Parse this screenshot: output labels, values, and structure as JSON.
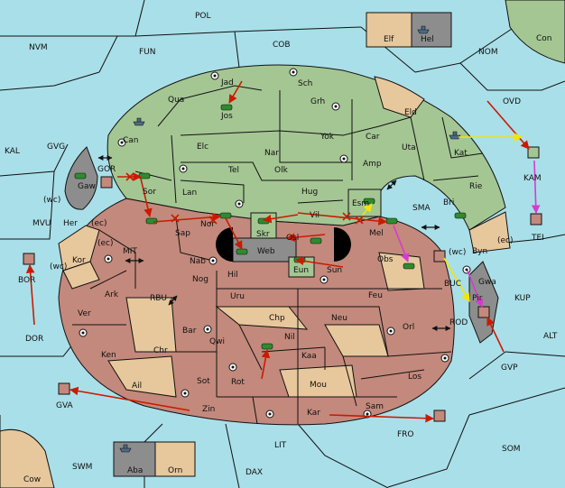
{
  "colors": {
    "sea": "#a9dfe9",
    "green_power": "#a4c693",
    "red_power": "#c3897c",
    "neutral": "#e7c79c",
    "impassable": "#8d8d8d",
    "order_arrow": "#cc1a00",
    "support_arrow": "#f2e600",
    "convoy_arrow": "#d63bd0",
    "unit_army_green": "#2e8b2e"
  },
  "sea_labels": [
    {
      "id": "POL",
      "text": "POL"
    },
    {
      "id": "NVM",
      "text": "NVM"
    },
    {
      "id": "FUN",
      "text": "FUN"
    },
    {
      "id": "COB",
      "text": "COB"
    },
    {
      "id": "NOM",
      "text": "NOM"
    },
    {
      "id": "Con",
      "text": "Con"
    },
    {
      "id": "KAL",
      "text": "KAL"
    },
    {
      "id": "GVG",
      "text": "GVG"
    },
    {
      "id": "OVD",
      "text": "OVD"
    },
    {
      "id": "MVU",
      "text": "MVU"
    },
    {
      "id": "SMA",
      "text": "SMA"
    },
    {
      "id": "KAM",
      "text": "KAM"
    },
    {
      "id": "TEI",
      "text": "TEI"
    },
    {
      "id": "MIT",
      "text": "MIT"
    },
    {
      "id": "BOR",
      "text": "BOR"
    },
    {
      "id": "RBU",
      "text": "RBU"
    },
    {
      "id": "BUC",
      "text": "BUC"
    },
    {
      "id": "KUP",
      "text": "KUP"
    },
    {
      "id": "DOR",
      "text": "DOR"
    },
    {
      "id": "ROD",
      "text": "ROD"
    },
    {
      "id": "ALT",
      "text": "ALT"
    },
    {
      "id": "GVP",
      "text": "GVP"
    },
    {
      "id": "GVA",
      "text": "GVA"
    },
    {
      "id": "FRO",
      "text": "FRO"
    },
    {
      "id": "SOM",
      "text": "SOM"
    },
    {
      "id": "LIT",
      "text": "LIT"
    },
    {
      "id": "SWM",
      "text": "SWM"
    },
    {
      "id": "DAX",
      "text": "DAX"
    },
    {
      "id": "Cow",
      "text": "Cow"
    },
    {
      "id": "GOR",
      "text": "GOR"
    }
  ],
  "land_labels": [
    {
      "id": "Elf",
      "text": "Elf"
    },
    {
      "id": "Hel",
      "text": "Hel"
    },
    {
      "id": "Jad",
      "text": "Jad"
    },
    {
      "id": "Sch",
      "text": "Sch"
    },
    {
      "id": "Qua",
      "text": "Qua"
    },
    {
      "id": "Jos",
      "text": "Jos"
    },
    {
      "id": "Grh",
      "text": "Grh"
    },
    {
      "id": "Eld",
      "text": "Eld"
    },
    {
      "id": "Can",
      "text": "Can"
    },
    {
      "id": "Yok",
      "text": "Yok"
    },
    {
      "id": "Car",
      "text": "Car"
    },
    {
      "id": "Uta",
      "text": "Uta"
    },
    {
      "id": "Elc",
      "text": "Elc"
    },
    {
      "id": "Nar",
      "text": "Nar"
    },
    {
      "id": "Kat",
      "text": "Kat"
    },
    {
      "id": "Tel",
      "text": "Tel"
    },
    {
      "id": "Olk",
      "text": "Olk"
    },
    {
      "id": "Amp",
      "text": "Amp"
    },
    {
      "id": "Gaw",
      "text": "Gaw"
    },
    {
      "id": "Sor",
      "text": "Sor"
    },
    {
      "id": "Lan",
      "text": "Lan"
    },
    {
      "id": "Hug",
      "text": "Hug"
    },
    {
      "id": "Rie",
      "text": "Rie"
    },
    {
      "id": "Esm",
      "text": "Esm"
    },
    {
      "id": "Bri",
      "text": "Bri"
    },
    {
      "id": "Her",
      "text": "Her"
    },
    {
      "id": "Sap",
      "text": "Sap"
    },
    {
      "id": "Nor",
      "text": "Nor"
    },
    {
      "id": "Skr",
      "text": "Skr"
    },
    {
      "id": "Vil",
      "text": "Vil"
    },
    {
      "id": "Mel",
      "text": "Mel"
    },
    {
      "id": "Web",
      "text": "Web"
    },
    {
      "id": "Osl",
      "text": "Osl"
    },
    {
      "id": "Byn",
      "text": "Byn"
    },
    {
      "id": "Kor",
      "text": "Kor"
    },
    {
      "id": "Nab",
      "text": "Nab"
    },
    {
      "id": "Eun",
      "text": "Eun"
    },
    {
      "id": "Sun",
      "text": "Sun"
    },
    {
      "id": "Obs",
      "text": "Obs"
    },
    {
      "id": "Hil",
      "text": "Hil"
    },
    {
      "id": "Gwa",
      "text": "Gwa"
    },
    {
      "id": "Ark",
      "text": "Ark"
    },
    {
      "id": "Nog",
      "text": "Nog"
    },
    {
      "id": "Uru",
      "text": "Uru"
    },
    {
      "id": "Feu",
      "text": "Feu"
    },
    {
      "id": "Pir",
      "text": "Pir"
    },
    {
      "id": "Ver",
      "text": "Ver"
    },
    {
      "id": "Chp",
      "text": "Chp"
    },
    {
      "id": "Neu",
      "text": "Neu"
    },
    {
      "id": "Bar",
      "text": "Bar"
    },
    {
      "id": "Qwi",
      "text": "Qwi"
    },
    {
      "id": "Orl",
      "text": "Orl"
    },
    {
      "id": "Nil",
      "text": "Nil"
    },
    {
      "id": "Ken",
      "text": "Ken"
    },
    {
      "id": "Chr",
      "text": "Chr"
    },
    {
      "id": "Kaa",
      "text": "Kaa"
    },
    {
      "id": "Los",
      "text": "Los"
    },
    {
      "id": "Sot",
      "text": "Sot"
    },
    {
      "id": "Rot",
      "text": "Rot"
    },
    {
      "id": "Ail",
      "text": "Ail"
    },
    {
      "id": "Mou",
      "text": "Mou"
    },
    {
      "id": "Zin",
      "text": "Zin"
    },
    {
      "id": "Kar",
      "text": "Kar"
    },
    {
      "id": "Sam",
      "text": "Sam"
    },
    {
      "id": "Aba",
      "text": "Aba"
    },
    {
      "id": "Orn",
      "text": "Orn"
    }
  ],
  "coast_labels": [
    "(wc)",
    "(ec)",
    "(ec)",
    "(wc)",
    "(wc)",
    "(ec)"
  ]
}
